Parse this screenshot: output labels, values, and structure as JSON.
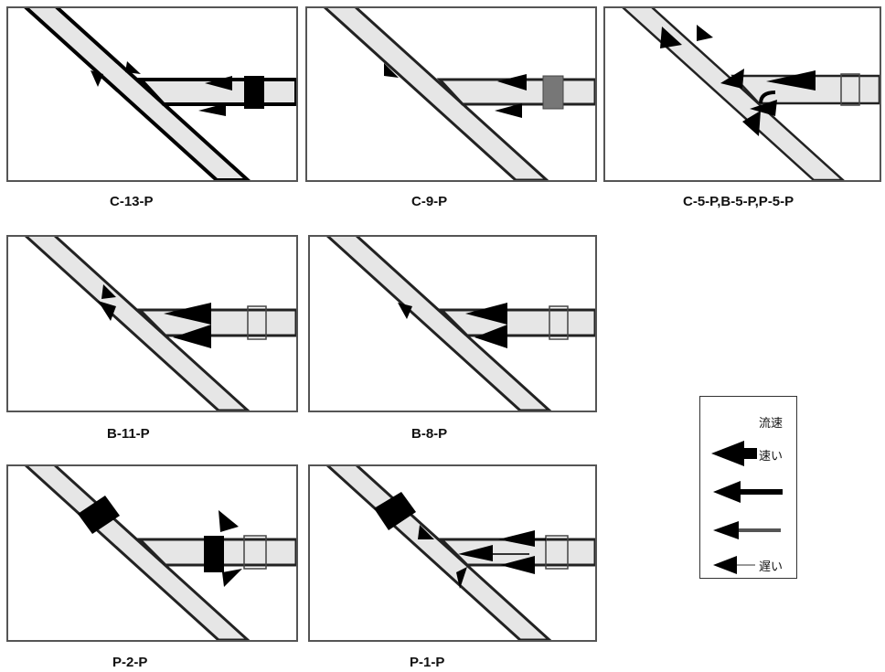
{
  "panels": [
    {
      "caption": "C-13-P"
    },
    {
      "caption": "C-9-P"
    },
    {
      "caption": "C-5-P,B-5-P,P-5-P"
    },
    {
      "caption": "B-11-P"
    },
    {
      "caption": "B-8-P"
    },
    {
      "caption": "P-2-P"
    },
    {
      "caption": "P-1-P"
    }
  ],
  "legend": {
    "title": "流速",
    "fast_label": "速い",
    "slow_label": "遅い",
    "levels": [
      "fast",
      "medium-fast",
      "medium-slow",
      "slow"
    ]
  },
  "colors": {
    "pipe_fill": "#e6e6e6",
    "pipe_edge": "#222222",
    "arrow": "#000000"
  }
}
